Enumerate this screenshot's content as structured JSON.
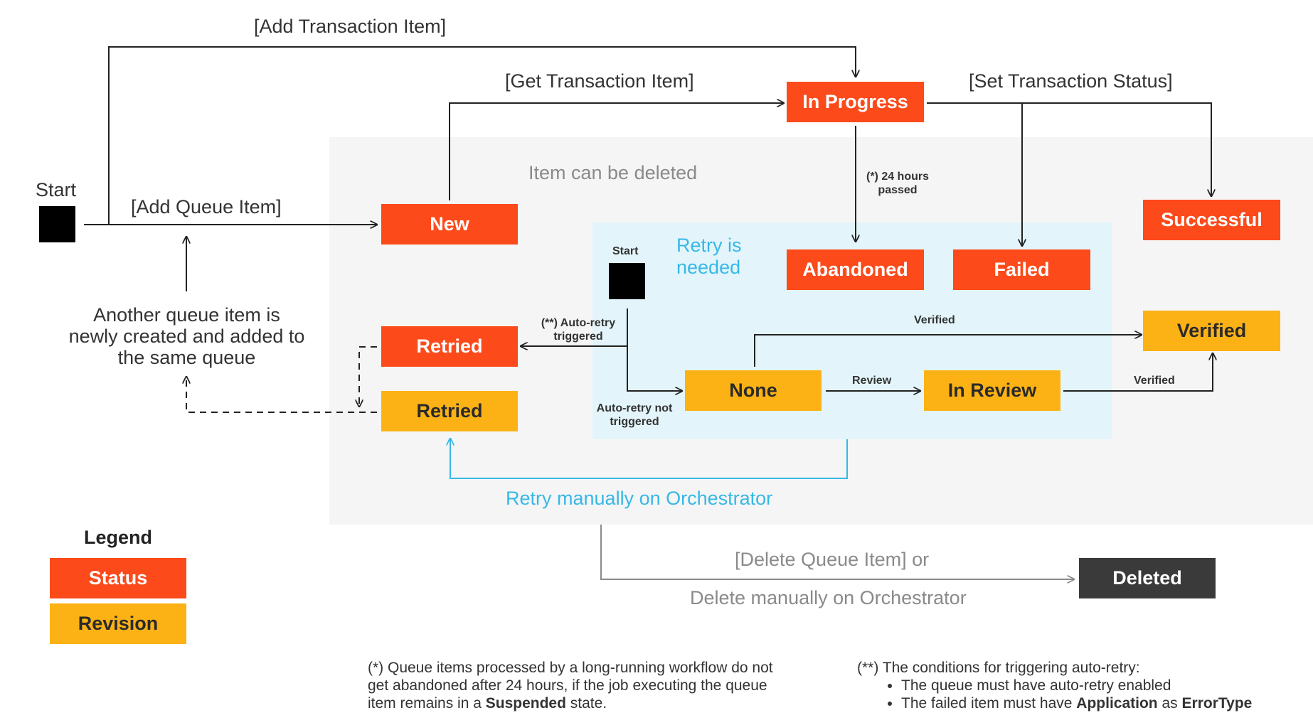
{
  "zones": {
    "deletable": "Item can be deleted",
    "retry": "Retry is needed"
  },
  "start": {
    "main": "Start",
    "retry": "Start"
  },
  "statuses": {
    "new": "New",
    "in_progress": "In Progress",
    "abandoned": "Abandoned",
    "failed": "Failed",
    "successful": "Successful",
    "retried": "Retried",
    "deleted": "Deleted"
  },
  "revisions": {
    "retried": "Retried",
    "none": "None",
    "in_review": "In Review",
    "verified": "Verified"
  },
  "transitions": {
    "add_transaction_item": "[Add Transaction Item]",
    "get_transaction_item": "[Get Transaction Item]",
    "set_transaction_status": "[Set Transaction Status]",
    "add_queue_item": "[Add Queue Item]",
    "hours_passed": "(*) 24 hours passed",
    "auto_retry_triggered": "(**) Auto-retry triggered",
    "auto_retry_not_triggered": "Auto-retry not triggered",
    "verified_top": "Verified",
    "review": "Review",
    "verified_right": "Verified",
    "retry_manually": "Retry manually on Orchestrator",
    "delete_line1": "[Delete Queue Item] or",
    "delete_line2": "Delete manually on Orchestrator",
    "another_item": "Another queue item is newly created and added to the same queue"
  },
  "legend": {
    "title": "Legend",
    "status": "Status",
    "revision": "Revision"
  },
  "footnotes": {
    "star": {
      "text": "(*) Queue items processed by a long-running workflow do not get abandoned after 24 hours, if the job executing the queue item remains in a",
      "bold": "Suspended",
      "end": "state."
    },
    "double_star": {
      "title": "(**) The conditions for triggering auto-retry:",
      "bullet1": "The queue must have auto-retry enabled",
      "bullet2_pre": "The failed item must have",
      "bullet2_bold1": "Application",
      "bullet2_mid": "as",
      "bullet2_bold2": "ErrorType"
    }
  },
  "colors": {
    "status": "#fc4a1a",
    "revision": "#fcb215",
    "deleted": "#3a3a3a",
    "retry_zone": "#e3f5fb",
    "delete_zone": "#f5f5f5",
    "manual_retry_line": "#36b8e6"
  }
}
